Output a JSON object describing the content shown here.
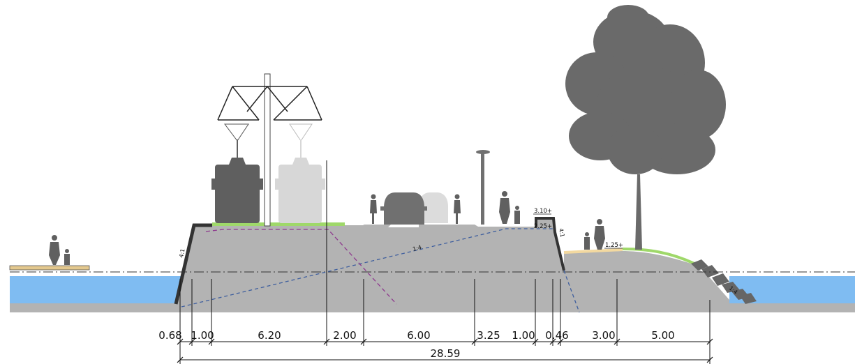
{
  "dimensions": {
    "segments": [
      "0.68",
      "1.00",
      "6.20",
      "2.00",
      "6.00",
      "3.25",
      "1.00",
      "0.46",
      "3.00",
      "5.00"
    ],
    "total": "28.59"
  },
  "elevations": {
    "wall_top": "3.10+",
    "road_level": "2.25+",
    "low_path": "1.25+"
  },
  "slopes": {
    "left_wall": "4:1",
    "right_wall": "4:1",
    "dashed_ramp": "1:4",
    "rock_bank": "1:4"
  },
  "colors": {
    "water": "#7fbcf2",
    "ground": "#b3b3b3",
    "ground_dark": "#a6a6a6",
    "grass": "#9fd86a",
    "sand_path": "#f3d9a0",
    "dock": "#e3c88e",
    "silhouette": "#666666",
    "silhouette_light": "#d7d7d7",
    "dashed_blue": "#3f5f9e",
    "dashed_purple": "#8e3a8e"
  },
  "icons": [
    "person-with-child-icon",
    "tram-icon",
    "catenary-pole-icon",
    "car-icon",
    "cyclist-icon",
    "street-lamp-icon",
    "tree-icon",
    "rocks-icon"
  ]
}
